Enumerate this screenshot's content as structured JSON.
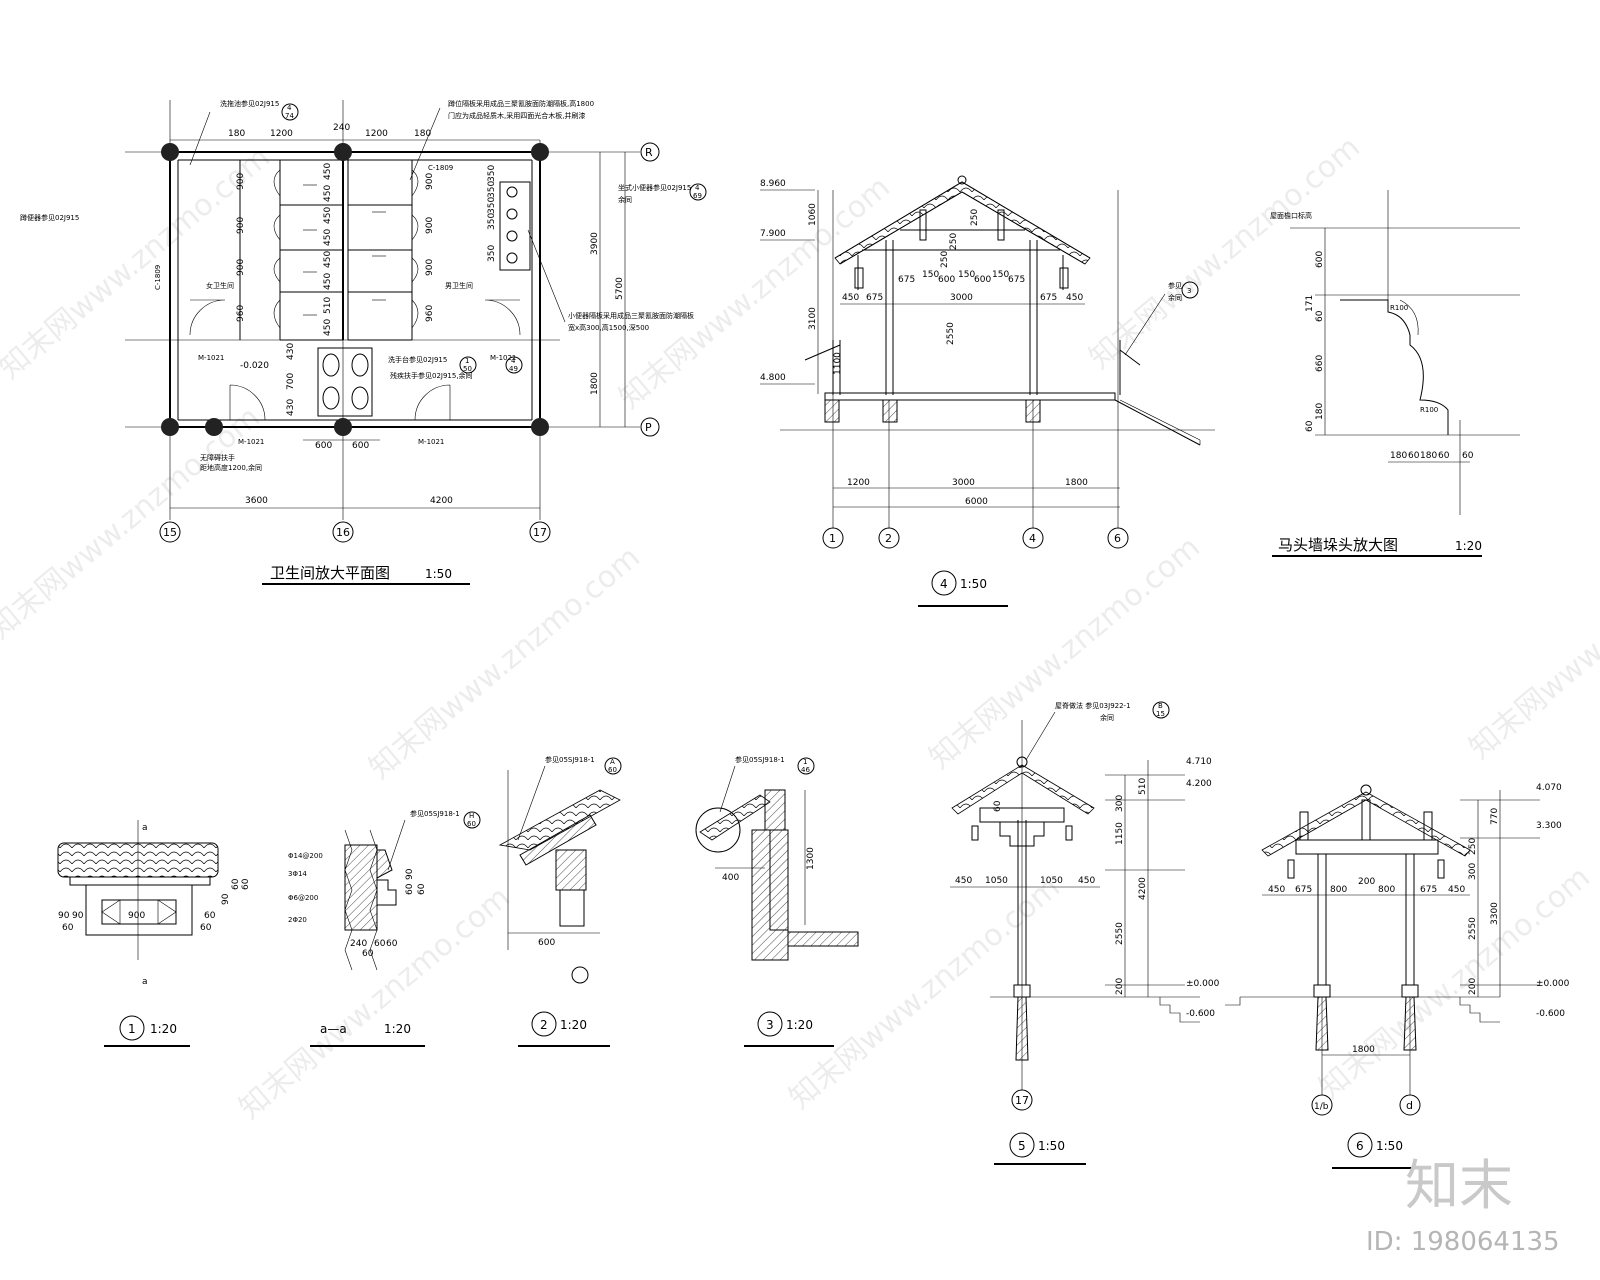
{
  "plan": {
    "title": "卫生间放大平面图",
    "scale": "1:50",
    "axes": [
      "15",
      "16",
      "17"
    ],
    "row_axes": [
      "R",
      "P"
    ],
    "dims_top": [
      "180",
      "1200",
      "240",
      "1200",
      "180"
    ],
    "dims_bottom": [
      "3600",
      "4200"
    ],
    "dims_inner": [
      "600",
      "600"
    ],
    "dims_right": [
      "3900",
      "5700",
      "1800"
    ],
    "dims_stall_left": [
      "900",
      "900",
      "900",
      "960"
    ],
    "dims_stall_mid": [
      "450",
      "450",
      "450",
      "450",
      "450",
      "450",
      "510",
      "450"
    ],
    "dims_urinal": [
      "350",
      "350",
      "350",
      "350",
      "350"
    ],
    "dims_basin": [
      "430",
      "700",
      "430"
    ],
    "elev": "-0.020",
    "door_labels": [
      "M-1021",
      "M-1021",
      "M-1021",
      "M-1021"
    ],
    "window_labels": [
      "C-1809",
      "C-1809"
    ],
    "room_labels": [
      "女卫生间",
      "男卫生间"
    ],
    "notes": [
      "洗拖池参见02J915",
      "蹲位隔板采用成品三聚氰胺面防潮隔板,高1800",
      "门应为成品轻质木,采用四面光合木板,并刷漆",
      "蹲便器参见02J915",
      "坐式小便器参见02J915",
      "小便器隔板采用成品三聚氰胺面防潮隔板",
      "宽x高300,高1500,深500",
      "洗手台参见02J915",
      "残疾扶手参见02J915,余同",
      "无障碍扶手",
      "距地高度1200,余同",
      "余同"
    ],
    "callouts": [
      "4",
      "74",
      "4",
      "69",
      "1",
      "50",
      "4",
      "49"
    ]
  },
  "section4": {
    "scale": "1:50",
    "axes": [
      "1",
      "2",
      "4",
      "6"
    ],
    "elevs": [
      "8.960",
      "7.900",
      "4.800"
    ],
    "dims_left": [
      "1060",
      "3100",
      "1100"
    ],
    "dims_mid": [
      "2550"
    ],
    "dims_top": [
      "675",
      "150",
      "600",
      "150",
      "600",
      "150",
      "675"
    ],
    "dims_row2": [
      "450",
      "675",
      "3000",
      "675",
      "450"
    ],
    "dims_bottom": [
      "1200",
      "3000",
      "1800"
    ],
    "dims_total": "6000",
    "small": [
      "250",
      "250",
      "250"
    ],
    "callout": [
      "3",
      "参见",
      "余同"
    ]
  },
  "horsehead": {
    "title": "马头墙垛头放大图",
    "scale": "1:20",
    "top_note": "屋面檐口标高",
    "dims_left": [
      "600",
      "60",
      "171",
      "660",
      "180",
      "60"
    ],
    "dims_bottom": [
      "180",
      "60",
      "180",
      "60",
      "60"
    ],
    "rlabels": [
      "R100",
      "R100"
    ]
  },
  "detail1": {
    "label": "1",
    "scale": "1:20",
    "cut": "a",
    "dims": [
      "900",
      "90",
      "90",
      "60",
      "60",
      "60",
      "60",
      "90",
      "60",
      "60"
    ]
  },
  "detail_aa": {
    "label": "a—a",
    "scale": "1:20",
    "rebar": [
      "Φ14@200",
      "3Φ14",
      "Φ6@200",
      "2Φ20"
    ],
    "dims": [
      "240",
      "60",
      "60",
      "60",
      "60",
      "90",
      "60"
    ],
    "callout": "参见05SJ918-1",
    "callout_ref": [
      "H",
      "60"
    ]
  },
  "detail2": {
    "label": "2",
    "scale": "1:20",
    "callout": "参见05SJ918-1",
    "callout_ref": [
      "A",
      "60"
    ],
    "dims": [
      "600"
    ]
  },
  "detail3": {
    "label": "3",
    "scale": "1:20",
    "callout": "参见05SJ918-1",
    "callout_ref": [
      "1",
      "46"
    ],
    "dims": [
      "400",
      "1300"
    ]
  },
  "section5": {
    "label": "5",
    "scale": "1:50",
    "axis": "17",
    "callout": "屋脊做法 参见03J922-1",
    "callout_ref": [
      "B",
      "15"
    ],
    "callout_note": "余同",
    "elevs": [
      "4.710",
      "4.200",
      "±0.000",
      "-0.600"
    ],
    "dims_right": [
      "510",
      "300",
      "1150",
      "4200",
      "2550",
      "200"
    ],
    "dims_bottom": [
      "450",
      "1050",
      "1050",
      "450"
    ],
    "small": [
      "60"
    ]
  },
  "section6": {
    "label": "6",
    "scale": "1:50",
    "axes": [
      "1/b",
      "d"
    ],
    "elevs": [
      "4.070",
      "3.300",
      "±0.000",
      "-0.600"
    ],
    "dims_right": [
      "770",
      "250",
      "300",
      "2550",
      "3300",
      "200"
    ],
    "dims_mid": [
      "450",
      "675",
      "800",
      "200",
      "800",
      "675",
      "450"
    ],
    "dims_bottom": [
      "1800"
    ]
  },
  "watermark": {
    "text": "知末网www.znzmo.com",
    "brand": "知末",
    "id": "ID: 198064135"
  }
}
